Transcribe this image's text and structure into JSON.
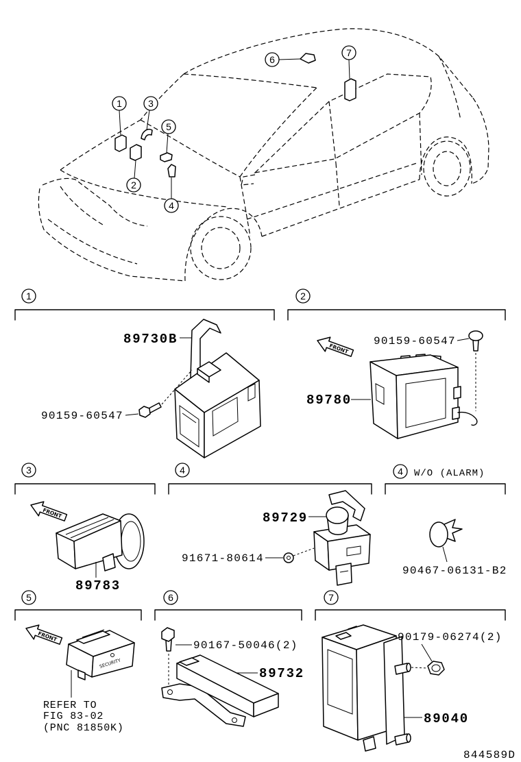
{
  "overview": {
    "callouts": [
      "1",
      "2",
      "3",
      "4",
      "5",
      "6",
      "7"
    ]
  },
  "section_1": {
    "number": "1",
    "part_ecu": "89730B",
    "part_bolt": "90159-60547"
  },
  "section_2": {
    "number": "2",
    "front_arrow": "FRONT",
    "part_bolt": "90159-60547",
    "part_ecu": "89780"
  },
  "section_3": {
    "number": "3",
    "front_arrow": "FRONT",
    "part_siren": "89783"
  },
  "section_4": {
    "number": "4",
    "part_switch": "89729",
    "part_washer": "91671-80614"
  },
  "section_4_alt": {
    "number": "4",
    "condition": "W/O (ALARM)",
    "part_plug": "90467-06131-B2"
  },
  "section_5": {
    "number": "5",
    "front_arrow": "FRONT",
    "part_marking": "SECURITY",
    "reference": [
      "REFER TO",
      "FIG 83-02",
      "(PNC 81850K)"
    ]
  },
  "section_6": {
    "number": "6",
    "part_bolt": "90167-50046(2)",
    "part_module": "89732"
  },
  "section_7": {
    "number": "7",
    "part_nut": "90179-06274(2)",
    "part_module": "89040"
  },
  "figure_id": "844589D"
}
